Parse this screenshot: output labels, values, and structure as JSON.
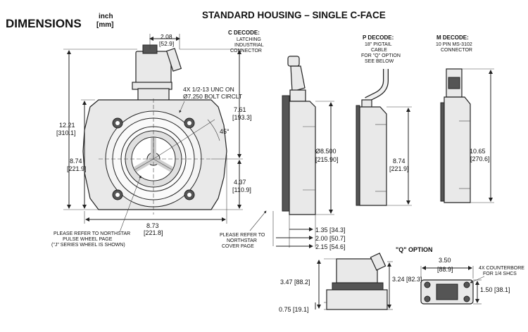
{
  "header": {
    "title": "DIMENSIONS",
    "units_top": "inch",
    "units_bottom": "[mm]",
    "subtitle": "STANDARD HOUSING – SINGLE C-FACE"
  },
  "decodes": {
    "c": [
      "C DECODE:",
      "LATCHING",
      "INDUSTRIAL",
      "CONNECTOR"
    ],
    "p": [
      "P DECODE:",
      "18\" PIGTAIL",
      "CABLE",
      "FOR \"Q\" OPTION",
      "SEE BELOW"
    ],
    "m": [
      "M DECODE:",
      "10 PIN MS-3102",
      "CONNECTOR"
    ]
  },
  "front": {
    "dim_top": [
      "2.08",
      "[52.9]"
    ],
    "bolt": [
      "4X 1/2-13 UNC ON",
      "Ø7.250 BOLT CIRCLT"
    ],
    "height": [
      "12.21",
      "[310.1]"
    ],
    "body_height": [
      "8.74",
      "[221.9]"
    ],
    "upper": [
      "7.61",
      "[193.3]"
    ],
    "lower": [
      "4.37",
      "[110.9]"
    ],
    "angle": "45°",
    "width": [
      "8.73",
      "[221.8]"
    ],
    "note_wheel": [
      "PLEASE REFER TO NORTHSTAR",
      "PULSE WHEEL PAGE",
      "(\"J\" SERIES WHEEL IS SHOWN)"
    ],
    "note_cover": [
      "PLEASE REFER TO",
      "NORTHSTAR",
      "COVER PAGE"
    ]
  },
  "side": {
    "dia": [
      "Ø8.500",
      "[215.90]"
    ],
    "d1": "1.35 [34.3]",
    "d2": "2.00 [50.7]",
    "d3": "2.15 [54.6]"
  },
  "p_view": {
    "height": [
      "8.74",
      "[221.9]"
    ]
  },
  "m_view": {
    "height": [
      "10.65",
      "[270.6]"
    ]
  },
  "q_option": {
    "title": "\"Q\" OPTION",
    "h1": "3.47 [88.2]",
    "h2": "3.24 [82.3]",
    "base": "0.75 [19.1]",
    "width": [
      "3.50",
      "[88.9]"
    ],
    "cbore": [
      "4X COUNTERBORE",
      "FOR 1/4 SHCS"
    ],
    "depth": "1.50 [38.1]"
  }
}
